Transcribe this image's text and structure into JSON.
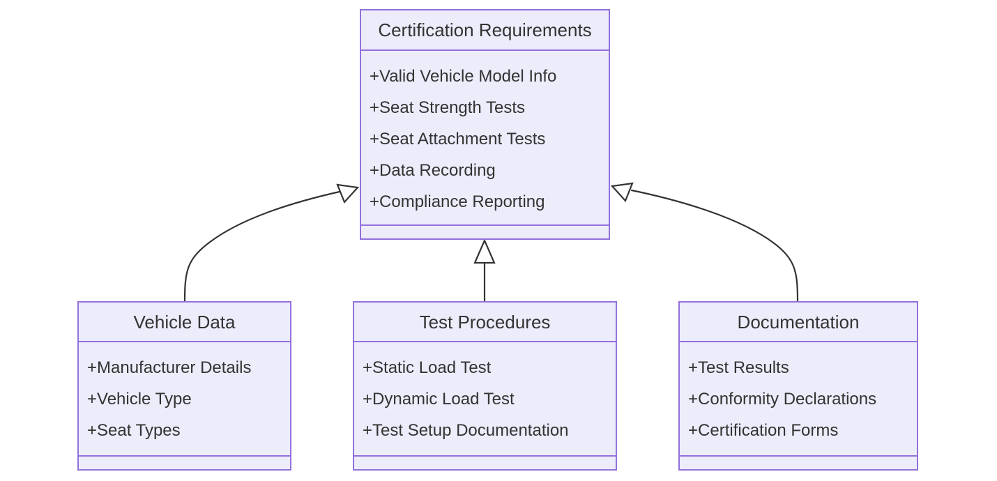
{
  "diagram": {
    "type": "uml-class-diagram",
    "background_color": "#ffffff",
    "box_fill_color": "#ECECFB",
    "box_border_color": "#9370DB",
    "text_color": "#333333",
    "edge_color": "#333333",
    "relationship_type": "generalization"
  },
  "classes": {
    "certification_requirements": {
      "name": "Certification Requirements",
      "attributes": [
        "+Valid Vehicle Model Info",
        "+Seat Strength Tests",
        "+Seat Attachment Tests",
        "+Data Recording",
        "+Compliance Reporting"
      ],
      "methods": []
    },
    "vehicle_data": {
      "name": "Vehicle Data",
      "attributes": [
        "+Manufacturer Details",
        "+Vehicle Type",
        "+Seat Types"
      ],
      "methods": []
    },
    "test_procedures": {
      "name": "Test Procedures",
      "attributes": [
        "+Static Load Test",
        "+Dynamic Load Test",
        "+Test Setup Documentation"
      ],
      "methods": []
    },
    "documentation": {
      "name": "Documentation",
      "attributes": [
        "+Test Results",
        "+Conformity Declarations",
        "+Certification Forms"
      ],
      "methods": []
    }
  },
  "relationships": [
    {
      "from": "vehicle_data",
      "to": "certification_requirements",
      "kind": "generalization",
      "arrow": "hollow-triangle"
    },
    {
      "from": "test_procedures",
      "to": "certification_requirements",
      "kind": "generalization",
      "arrow": "hollow-triangle"
    },
    {
      "from": "documentation",
      "to": "certification_requirements",
      "kind": "generalization",
      "arrow": "hollow-triangle"
    }
  ]
}
